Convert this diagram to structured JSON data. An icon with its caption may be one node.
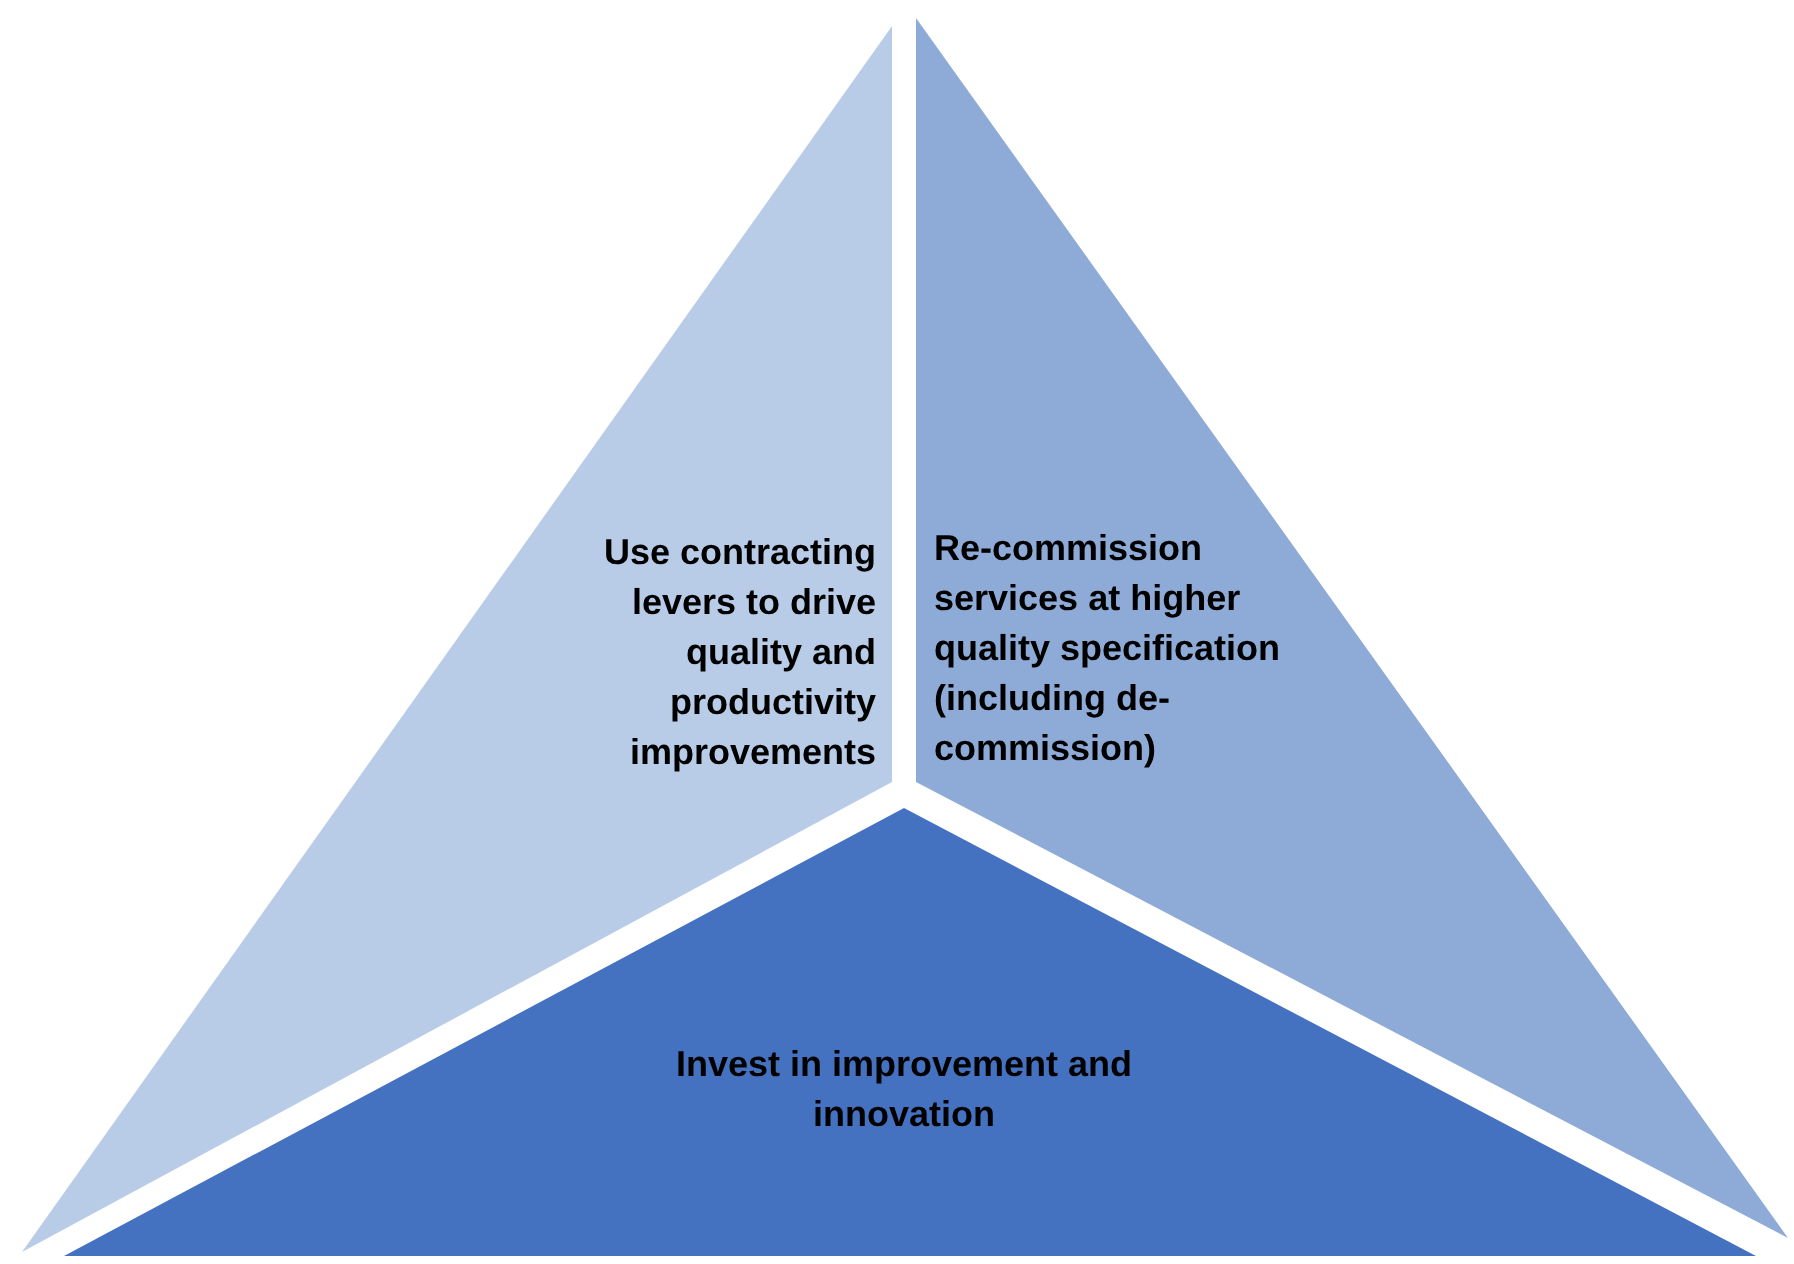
{
  "diagram": {
    "nodes": [
      {
        "text": [
          "Use contracting levers to drive quality and productivity improvements"
        ]
      },
      {
        "text": [
          "Re-commission services at higher quality specification (including de-commission)"
        ]
      },
      {
        "text": [
          "Invest in improvement and innovation"
        ]
      }
    ]
  }
}
